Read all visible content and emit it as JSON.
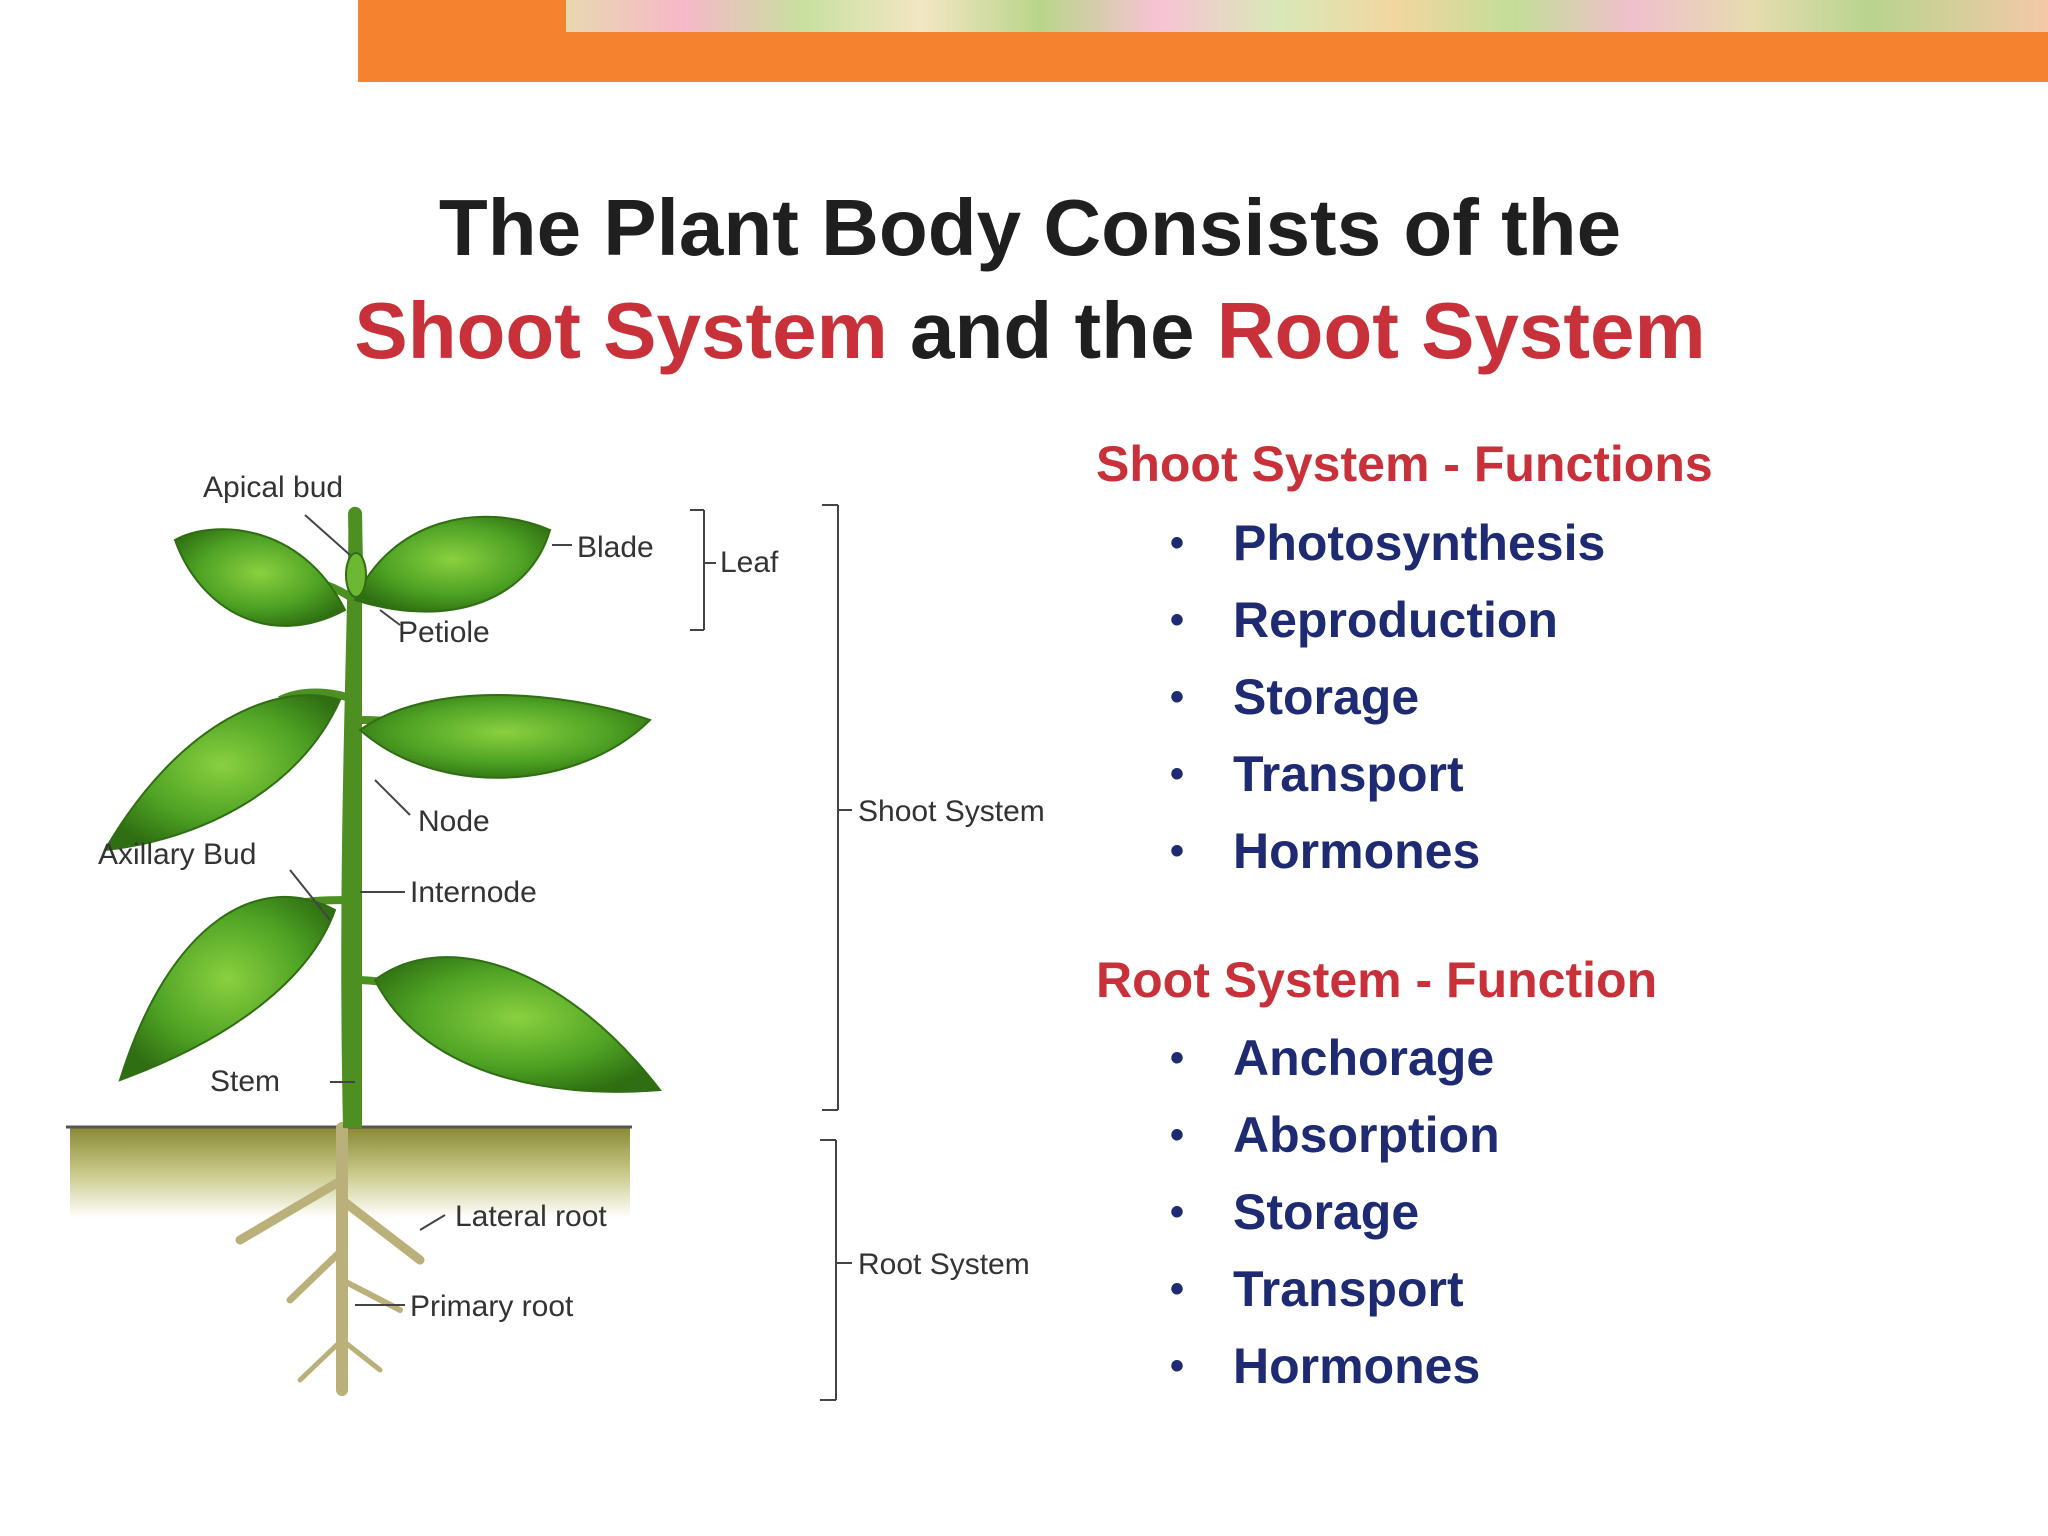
{
  "title": {
    "line1": "The Plant Body Consists of the",
    "shoot": "Shoot System",
    "and_the": "and the",
    "root": "Root System"
  },
  "shoot_functions": {
    "heading": "Shoot System - Functions",
    "items": [
      "Photosynthesis",
      "Reproduction",
      "Storage",
      "Transport",
      "Hormones"
    ]
  },
  "root_functions": {
    "heading": "Root System - Function",
    "items": [
      "Anchorage",
      "Absorption",
      "Storage",
      "Transport",
      "Hormones"
    ]
  },
  "labels": {
    "apical_bud": "Apical bud",
    "blade": "Blade",
    "leaf": "Leaf",
    "petiole": "Petiole",
    "node": "Node",
    "axillary_bud": "Axillary Bud",
    "internode": "Internode",
    "stem": "Stem",
    "lateral_root": "Lateral root",
    "primary_root": "Primary root",
    "shoot_system": "Shoot System",
    "root_system": "Root System"
  },
  "colors": {
    "banner": "#F5822E",
    "heading_red": "#C8303A",
    "list_blue": "#1E2A72",
    "leaf_green": "#3E8E1C"
  },
  "bullet": "•"
}
